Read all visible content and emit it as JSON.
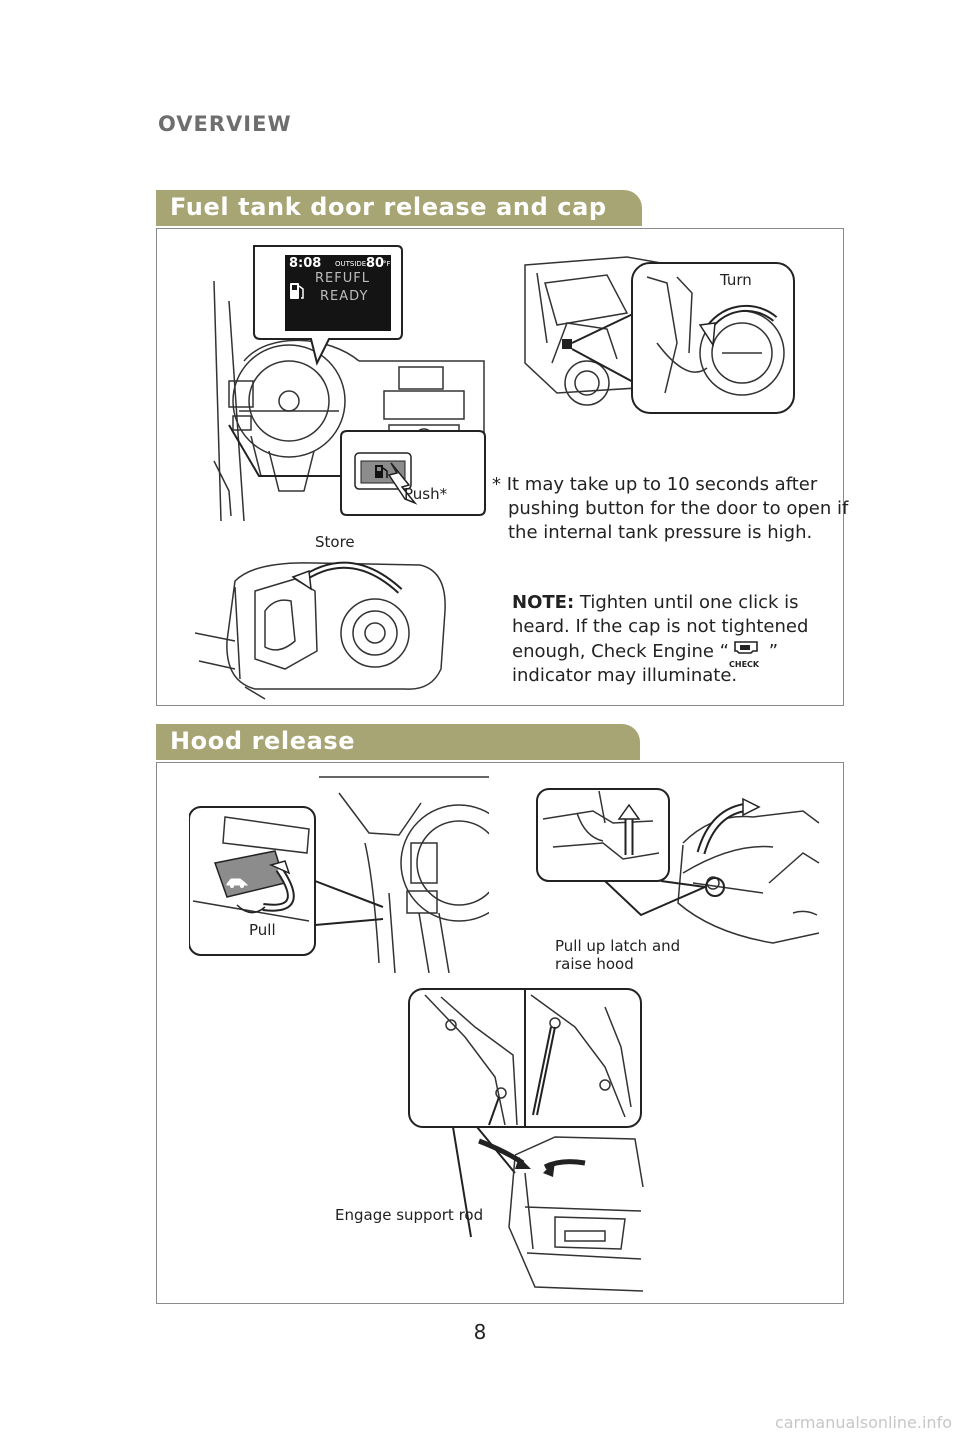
{
  "header": {
    "section": "OVERVIEW"
  },
  "fuel": {
    "title": "Fuel tank door release and cap",
    "display": {
      "clock": "8:08",
      "outside_label": "OUTSIDE",
      "temp": "80",
      "unit": "°F",
      "line1": "REFUFL",
      "line2": "READY"
    },
    "push_label": "Push*",
    "turn_label": "Turn",
    "store_label": "Store",
    "footnote": "* It may take up to 10 seconds after pushing button for the door to open if the internal tank pressure is high.",
    "note_label": "NOTE:",
    "note_before_icon": "Tighten until one click is heard. If the cap is not tightened enough, Check Engine “",
    "note_icon_text": "CHECK",
    "note_after_icon": "” indicator may illuminate."
  },
  "hood": {
    "title": "Hood release",
    "pull_label": "Pull",
    "latch_label_1": "Pull up latch and",
    "latch_label_2": "raise hood",
    "support_label": "Engage support rod"
  },
  "page": {
    "number": "8"
  },
  "watermark": "carmanualsonline.info",
  "icons": [
    "fuel-pump-icon",
    "engine-check-icon",
    "trunk-car-icon"
  ]
}
